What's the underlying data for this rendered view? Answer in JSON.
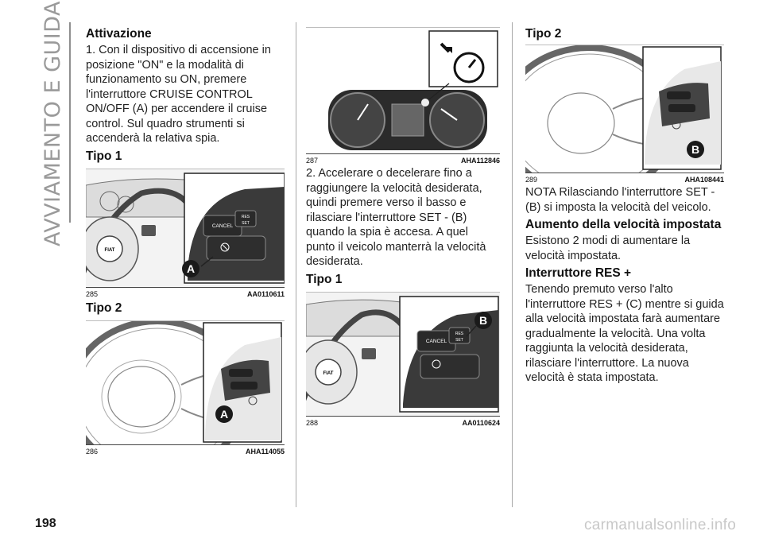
{
  "section_title": "AVVIAMENTO E GUIDA",
  "page_number": "198",
  "watermark": "carmanualsonline.info",
  "col1": {
    "heading": "Attivazione",
    "paragraph": "1. Con il dispositivo di accensione in posizione \"ON\" e la modalità di funzionamento su ON, premere l'interruttore CRUISE CONTROL ON/OFF (A) per accendere il cruise control. Sul quadro strumenti si accenderà la relativa spia.",
    "fig1": {
      "label": "Tipo 1",
      "number": "285",
      "code": "AA0110611",
      "badge": "A",
      "cancel_text": "CANCEL",
      "res_text": "RES",
      "set_text": "SET",
      "logo_text": "FIAT"
    },
    "fig2": {
      "label": "Tipo 2",
      "number": "286",
      "code": "AHA114055",
      "badge": "A"
    }
  },
  "col2": {
    "fig3": {
      "number": "287",
      "code": "AHA112846"
    },
    "paragraph": "2. Accelerare o decelerare fino a raggiungere la velocità desiderata, quindi premere verso il basso e rilasciare l'interruttore SET - (B) quando la spia è accesa. A quel punto il veicolo manterrà la velocità desiderata.",
    "fig4": {
      "label": "Tipo 1",
      "number": "288",
      "code": "AA0110624",
      "badge": "B",
      "cancel_text": "CANCEL",
      "res_text": "RES",
      "set_text": "SET",
      "logo_text": "FIAT"
    }
  },
  "col3": {
    "fig5": {
      "label": "Tipo 2",
      "number": "289",
      "code": "AHA108441",
      "badge": "B"
    },
    "nota": "NOTA Rilasciando l'interruttore SET - (B) si imposta la velocità del veicolo.",
    "heading1": "Aumento della velocità impostata",
    "para1": "Esistono 2 modi di aumentare la velocità impostata.",
    "heading2": "Interruttore RES +",
    "para2": "Tenendo premuto verso l'alto l'interruttore RES + (C) mentre si guida alla velocità impostata farà aumentare gradualmente la velocità. Una volta raggiunta la velocità desiderata, rilasciare l'interruttore. La nuova velocità è stata impostata."
  }
}
